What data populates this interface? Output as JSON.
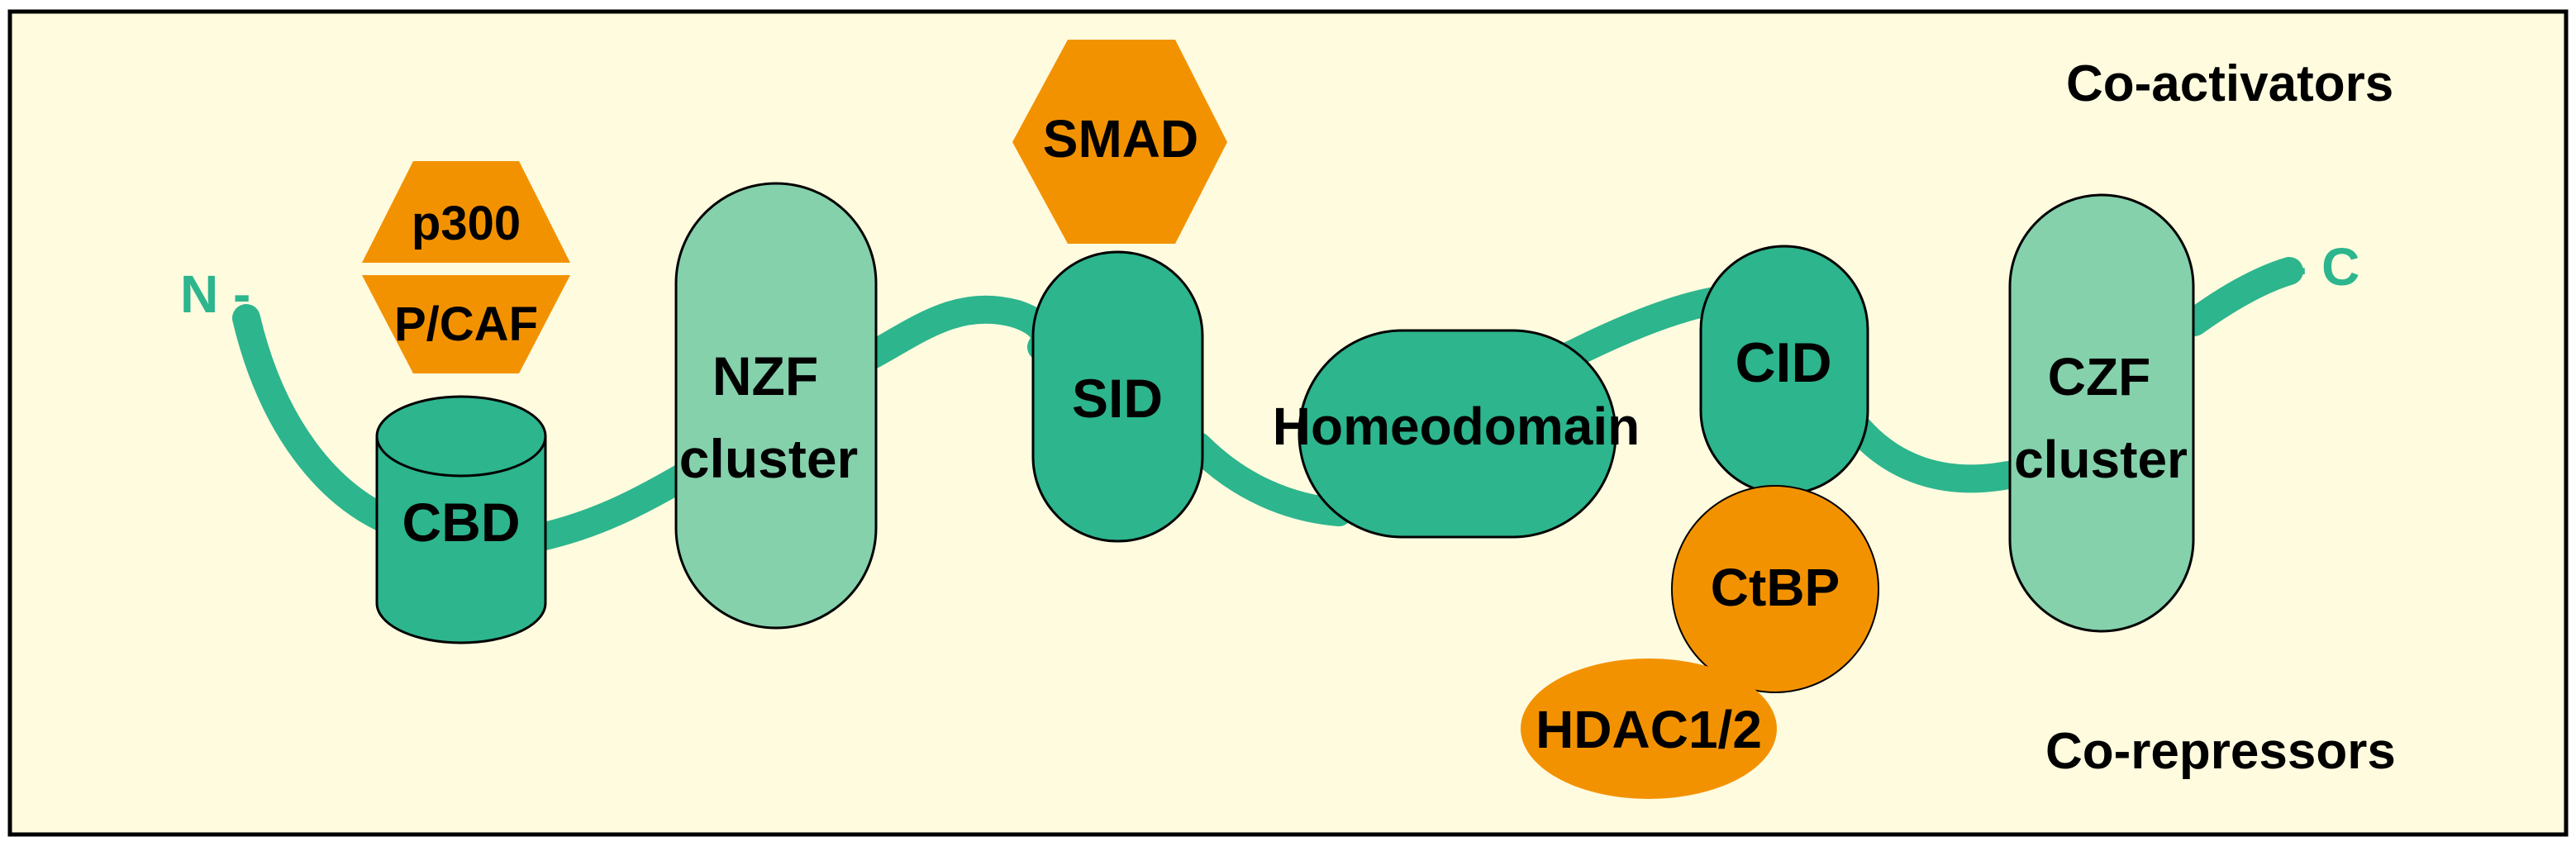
{
  "colors": {
    "background": "#fffbdf",
    "border": "#000000",
    "protein_dark": "#2db58d",
    "protein_light": "#84d1ac",
    "cofactor": "#f39200",
    "text": "#000000",
    "terminus_text": "#2db58d"
  },
  "labels": {
    "n_terminus": "N -",
    "c_terminus": "- C",
    "co_activators": "Co-activators",
    "co_repressors": "Co-repressors"
  },
  "domains": {
    "cbd": "CBD",
    "nzf_line1": "NZF",
    "nzf_line2": "cluster",
    "sid": "SID",
    "homeodomain": "Homeodomain",
    "cid": "CID",
    "czf_line1": "CZF",
    "czf_line2": "cluster"
  },
  "cofactors": {
    "p300": "p300",
    "pcaf": "P/CAF",
    "smad": "SMAD",
    "ctbp": "CtBP",
    "hdac": "HDAC1/2"
  }
}
